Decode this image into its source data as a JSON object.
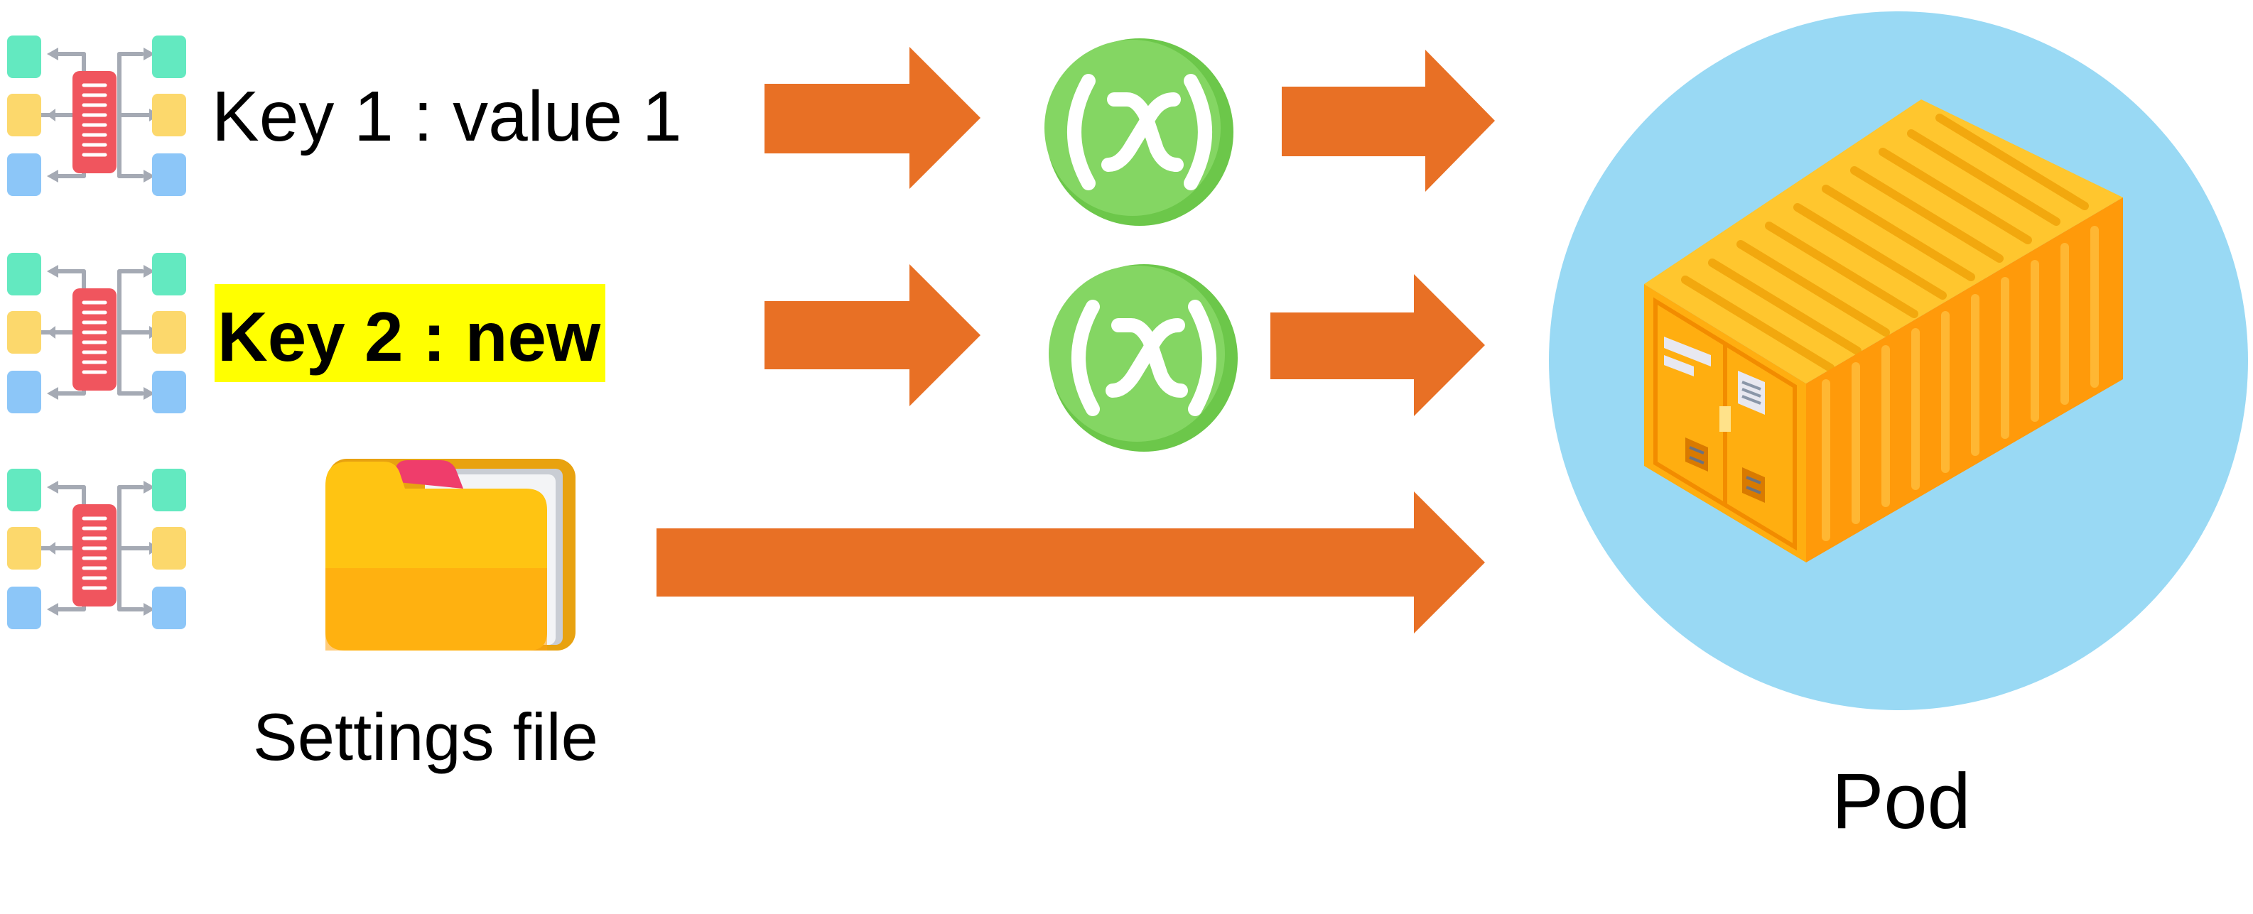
{
  "rows": [
    {
      "label": "Key 1 : value 1",
      "highlighted": false
    },
    {
      "label": "Key 2 : new",
      "highlighted": true
    }
  ],
  "settings_file": {
    "label": "Settings file"
  },
  "pod": {
    "label": "Pod"
  },
  "variable_symbol": "(x)",
  "colors": {
    "arrow": "#E87025",
    "highlight": "#FFFF00",
    "variable_badge": "#7CD05C",
    "pod_circle": "#99D9F4",
    "container": "#FFA800",
    "folder": "#FFC412"
  }
}
